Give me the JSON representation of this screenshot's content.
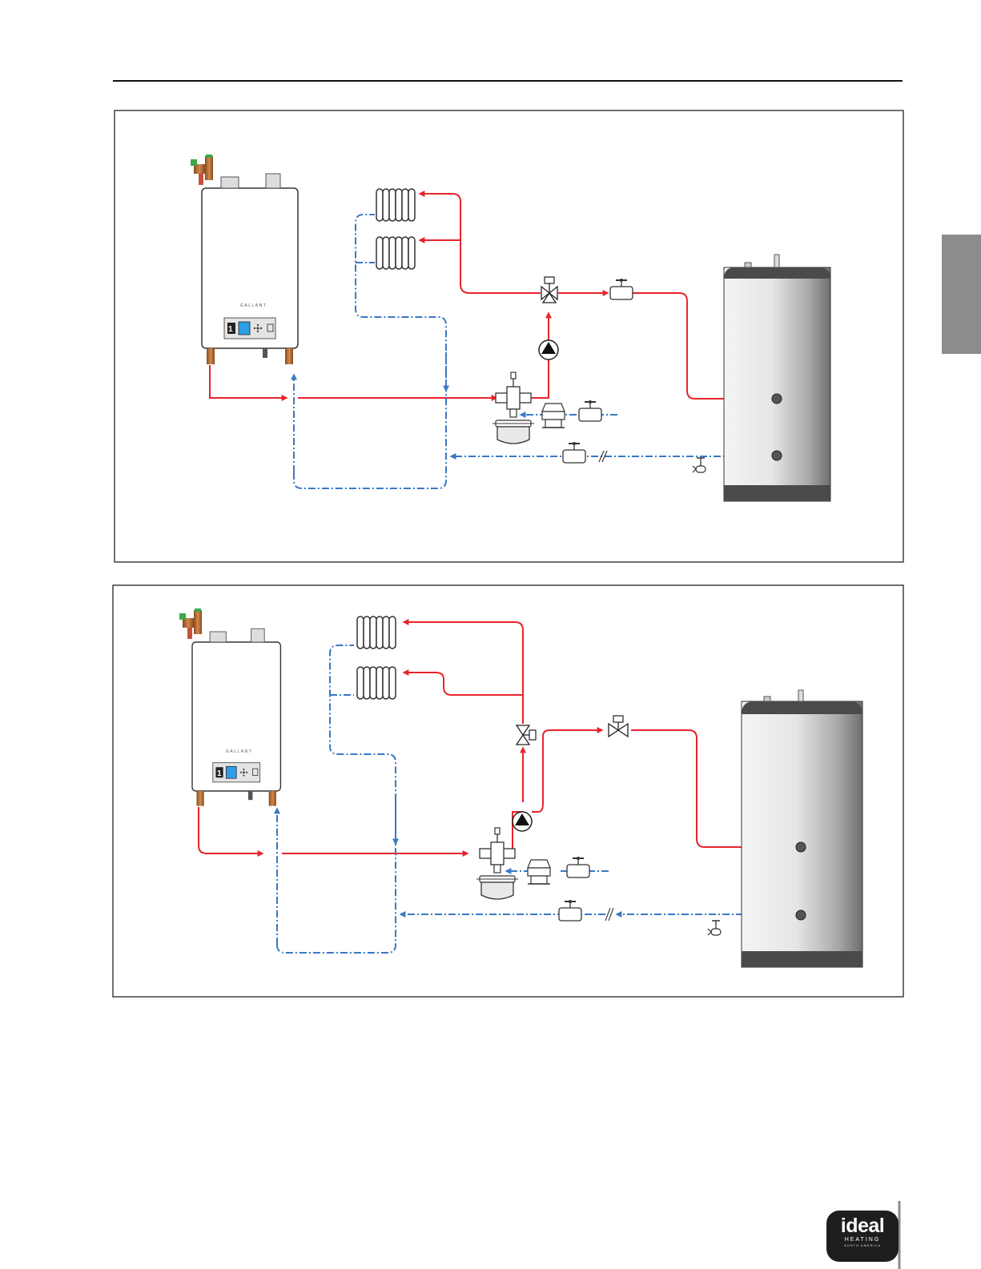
{
  "brand": {
    "boiler_wordmark": "GALLANT",
    "logo_line1": "ideal",
    "logo_line2": "HEATING",
    "logo_line3": "NORTH AMERICA"
  },
  "boiler_display": {
    "digit": "1"
  },
  "colors": {
    "supply": "#e8242b",
    "return": "#3a78c3",
    "tank_dark": "#4a4a4a",
    "tab": "#8c8c8c",
    "frame": "#222222"
  },
  "diagrams": [
    {
      "name": "diagram-1",
      "zone_valve_type": "3-way",
      "radiators": 2
    },
    {
      "name": "diagram-2",
      "zone_valve_type": "2-way",
      "radiators": 2
    }
  ],
  "icons": [
    "relief-valve-icon",
    "radiator-icon",
    "circulator-pump-icon",
    "three-way-valve-icon",
    "ball-valve-icon",
    "air-separator-icon",
    "expansion-tank-icon",
    "pressure-reducing-valve-icon",
    "hose-bibb-icon",
    "indirect-water-heater-icon",
    "boiler-icon"
  ]
}
